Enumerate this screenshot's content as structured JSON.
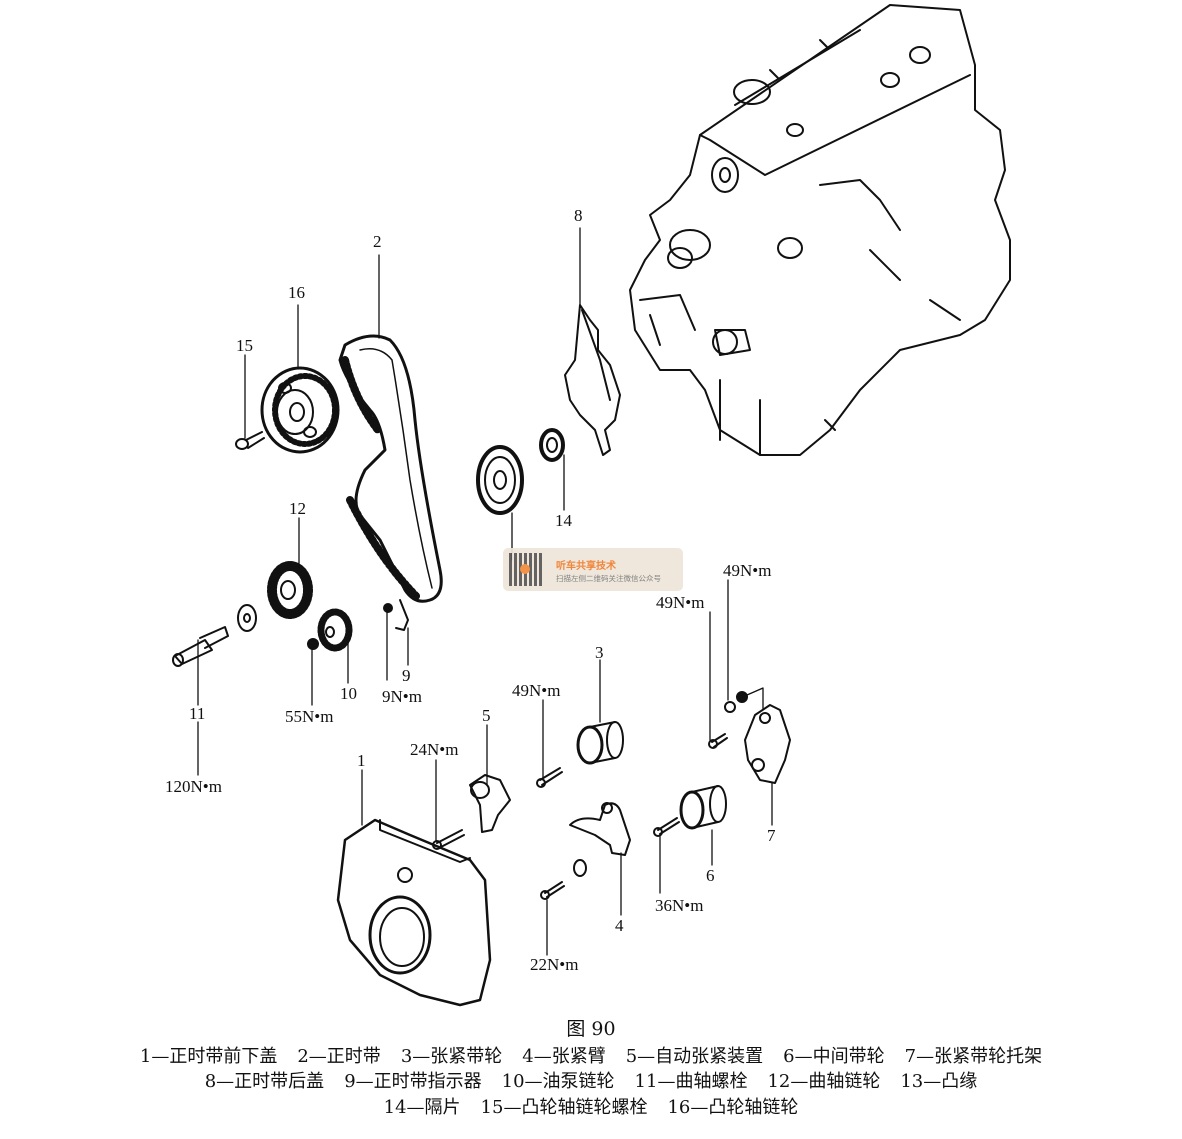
{
  "figure": {
    "title": "图 90",
    "callouts": {
      "p1": "1",
      "p2": "2",
      "p3": "3",
      "p4": "4",
      "p5": "5",
      "p6": "6",
      "p7": "7",
      "p8": "8",
      "p9": "9",
      "p10": "10",
      "p11": "11",
      "p12": "12",
      "p14": "14",
      "p15": "15",
      "p16": "16"
    },
    "torques": {
      "t_120": "120N•m",
      "t_55": "55N•m",
      "t_9": "9N•m",
      "t_24": "24N•m",
      "t_49_a": "49N•m",
      "t_49_b": "49N•m",
      "t_49_c": "49N•m",
      "t_36": "36N•m",
      "t_22": "22N•m"
    },
    "legend": [
      [
        "1—正时带前下盖",
        "2—正时带",
        "3—张紧带轮",
        "4—张紧臂",
        "5—自动张紧装置",
        "6—中间带轮",
        "7—张紧带轮托架"
      ],
      [
        "8—正时带后盖",
        "9—正时带指示器",
        "10—油泵链轮",
        "11—曲轴螺栓",
        "12—曲轴链轮",
        "13—凸缘"
      ],
      [
        "14—隔片",
        "15—凸轮轴链轮螺栓",
        "16—凸轮轴链轮"
      ]
    ]
  },
  "watermark": {
    "name": "听车共享技术",
    "subtitle": "扫描左侧二维码关注微信公众号",
    "accent": "#ee7c2c"
  }
}
